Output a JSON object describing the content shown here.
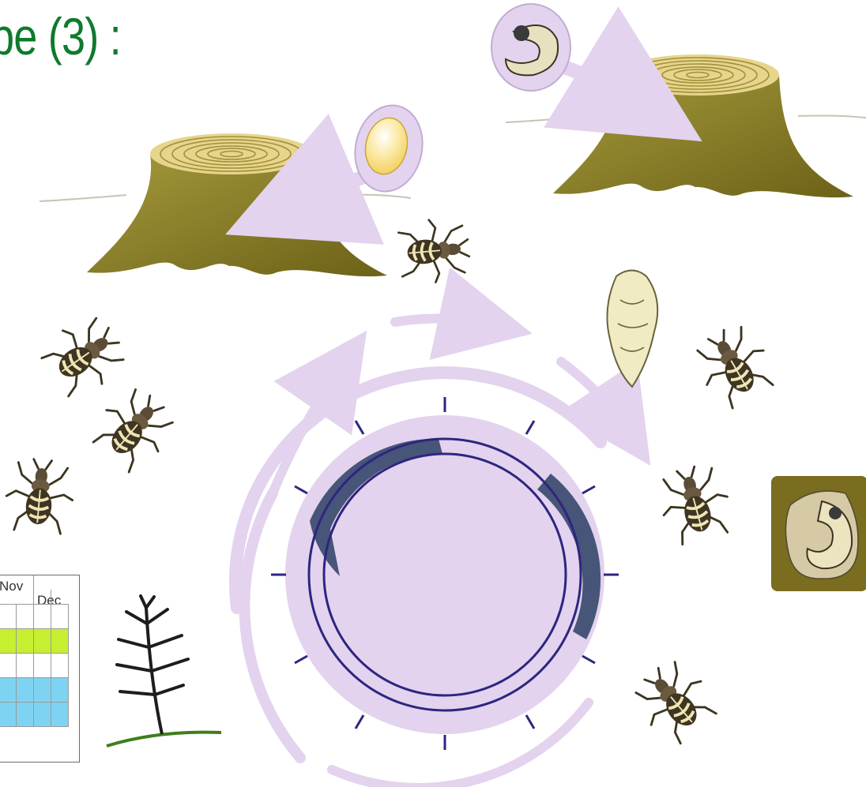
{
  "title": "pe (3) :",
  "calendar": {
    "months": [
      "Nov",
      "Dec"
    ],
    "rows": [
      [
        "w",
        "w",
        "w",
        "w"
      ],
      [
        "g",
        "g",
        "g",
        "g"
      ],
      [
        "w",
        "w",
        "w",
        "w"
      ],
      [
        "b",
        "b",
        "b",
        "b"
      ],
      [
        "b",
        "b",
        "b",
        "b"
      ]
    ]
  },
  "colors": {
    "title": "#0e7a2c",
    "cycle_fill": "#e3d3ee",
    "ring_line": "#2e2580",
    "ring_band": "#475578",
    "stump": "#857a26",
    "calendar_green": "#c6ef31",
    "calendar_blue": "#7fd3f2"
  },
  "icons": [
    "tree-stump-icon",
    "egg-bubble-icon",
    "larva-bubble-icon",
    "weevil-icon",
    "pupa-icon",
    "larva-in-chamber-icon",
    "pine-seedling-icon"
  ]
}
